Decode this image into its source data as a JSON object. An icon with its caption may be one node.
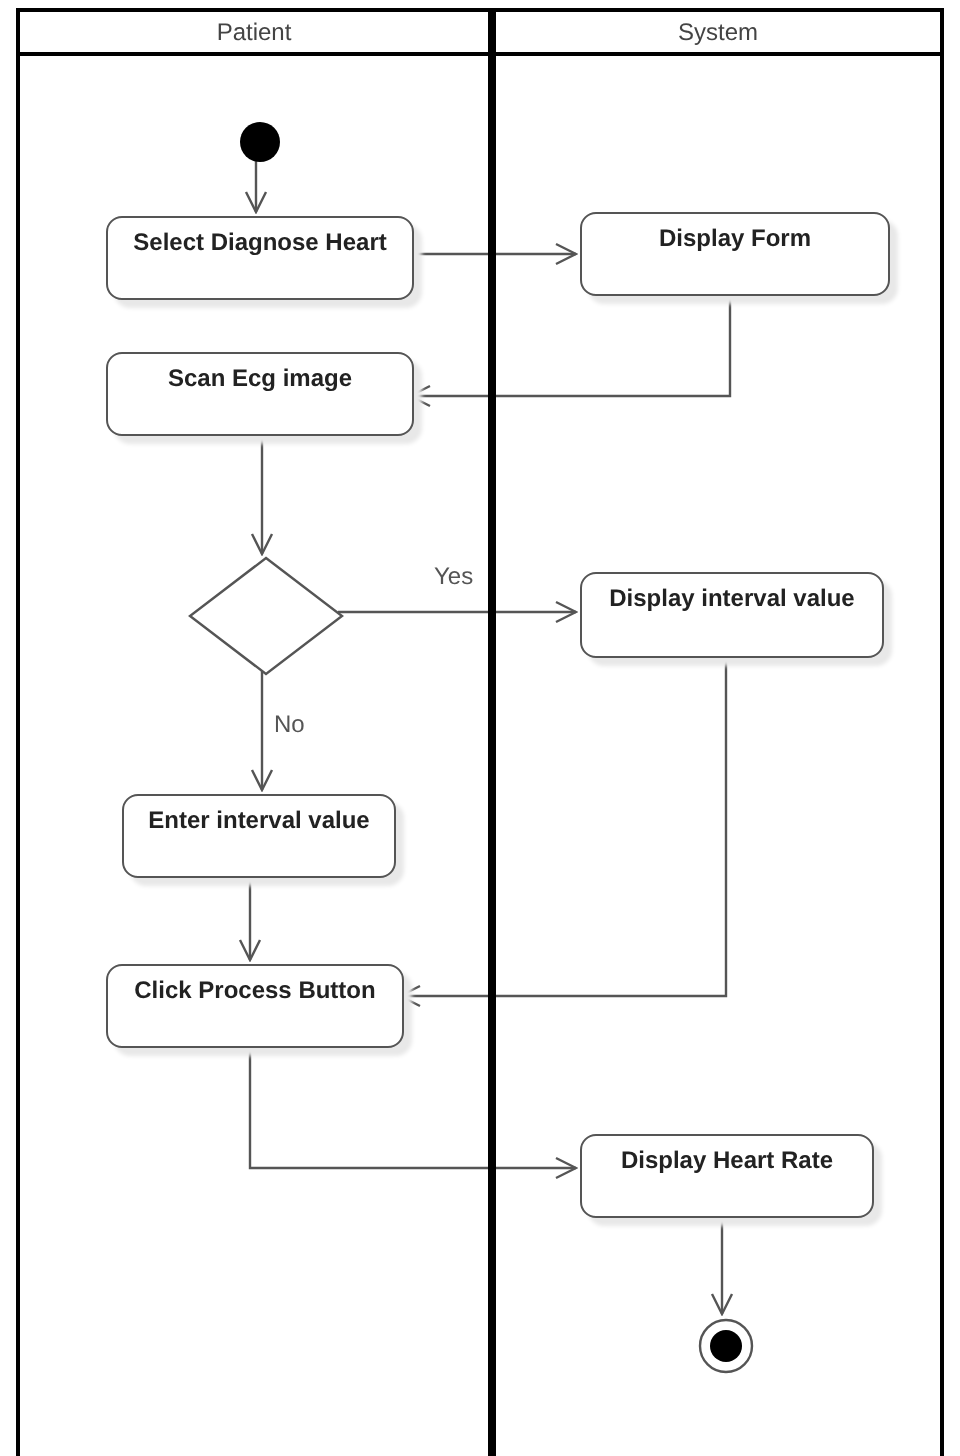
{
  "diagram": {
    "nodes": [
      {
        "text": [
          "Patient"
        ]
      },
      {
        "text": [
          "System"
        ]
      },
      {
        "text": [],
        "shape": "circle",
        "in": 0
      },
      {
        "text": [
          "Select Diagnose Heart"
        ],
        "in": 0
      },
      {
        "text": [
          "Display Form"
        ],
        "in": 1
      },
      {
        "text": [
          "Scan Ecg image"
        ],
        "in": 0
      },
      {
        "text": [],
        "shape": "diamond",
        "in": 0
      },
      {
        "text": [
          "Display interval value"
        ],
        "in": 1
      },
      {
        "text": [
          "Enter interval value"
        ],
        "in": 0
      },
      {
        "text": [
          "Click Process Button"
        ],
        "in": 0
      },
      {
        "text": [
          "Display Heart Rate"
        ],
        "in": 1
      },
      {
        "text": [],
        "shape": "circle",
        "in": 1
      }
    ],
    "edges": [
      {
        "from": 2,
        "to": 3,
        "arrow": "to"
      },
      {
        "from": 3,
        "to": 4,
        "arrow": "to"
      },
      {
        "from": 4,
        "to": 5,
        "arrow": "to"
      },
      {
        "from": 5,
        "to": 6,
        "arrow": "to"
      },
      {
        "from": 6,
        "to": 7,
        "arrow": "to",
        "label": "Yes"
      },
      {
        "from": 6,
        "to": 8,
        "arrow": "to",
        "label": "No"
      },
      {
        "from": 8,
        "to": 9,
        "arrow": "to"
      },
      {
        "from": 7,
        "to": 9,
        "arrow": "to"
      },
      {
        "from": 9,
        "to": 10,
        "arrow": "to"
      },
      {
        "from": 10,
        "to": 11,
        "arrow": "to"
      }
    ]
  }
}
